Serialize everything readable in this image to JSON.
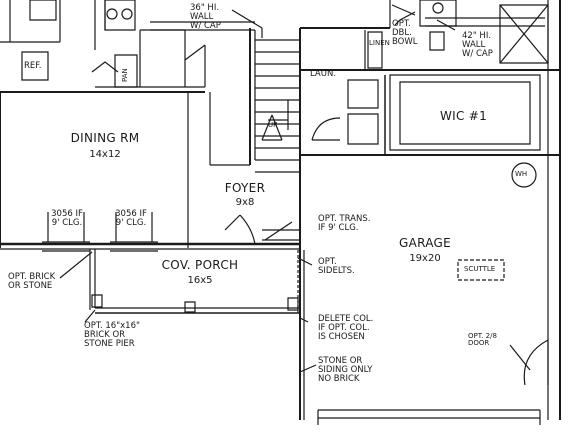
{
  "rooms": {
    "dining": {
      "name": "DINING RM",
      "size": "14x12"
    },
    "foyer": {
      "name": "FOYER",
      "size": "9x8"
    },
    "porch": {
      "name": "COV. PORCH",
      "size": "16x5"
    },
    "garage": {
      "name": "GARAGE",
      "size": "19x20"
    },
    "laundry": {
      "name": "LAUN."
    },
    "closet": {
      "name": "WIC #1"
    }
  },
  "labels": {
    "ref": "REF.",
    "pan": "PAN",
    "linen": "LINEN",
    "wh": "WH",
    "scuttle": "SCUTTLE",
    "up": "UP",
    "wall_stair": [
      "36\" HI.",
      "WALL",
      "W/ CAP"
    ],
    "bowl": [
      "OPT.",
      "DBL.",
      "BOWL"
    ],
    "wall_bath": [
      "42\" HI.",
      "WALL",
      "W/ CAP"
    ],
    "window_left": [
      "3056 IF",
      "9' CLG."
    ],
    "window_right": [
      "3056 IF",
      "9' CLG."
    ],
    "opt_trans": [
      "OPT. TRANS.",
      "IF 9' CLG."
    ],
    "opt_sidelts": [
      "OPT.",
      "SIDELTS."
    ],
    "opt_brick": [
      "OPT. BRICK",
      "OR STONE"
    ],
    "opt_pier": [
      "OPT. 16\"x16\"",
      "BRICK OR",
      "STONE PIER"
    ],
    "delete_col": [
      "DELETE COL.",
      "IF OPT. COL.",
      "IS CHOSEN"
    ],
    "stone_siding": [
      "STONE OR",
      "SIDING ONLY",
      "NO BRICK"
    ],
    "opt_door": [
      "OPT. 2/8",
      "DOOR"
    ]
  }
}
